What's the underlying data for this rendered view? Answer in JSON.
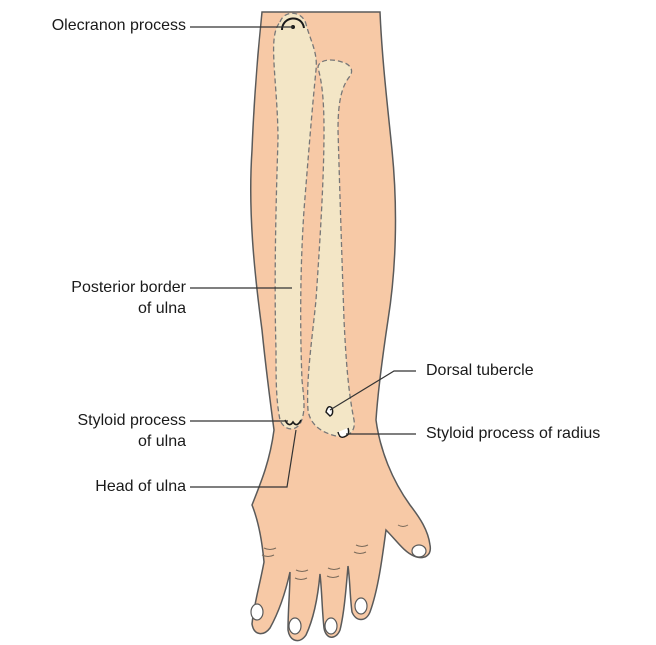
{
  "colors": {
    "skin": "#f7c9a6",
    "skin_outline": "#5a5a5a",
    "bone": "#f3e6c6",
    "bone_dash": "#777777",
    "leader": "#333333",
    "text": "#1a1a1a"
  },
  "labels": {
    "olecranon": "Olecranon process",
    "posterior_border_1": "Posterior border",
    "posterior_border_2": "of ulna",
    "styloid_ulna_1": "Styloid process",
    "styloid_ulna_2": "of ulna",
    "head_ulna": "Head of ulna",
    "dorsal_tubercle": "Dorsal tubercle",
    "styloid_radius": "Styloid process of radius"
  }
}
